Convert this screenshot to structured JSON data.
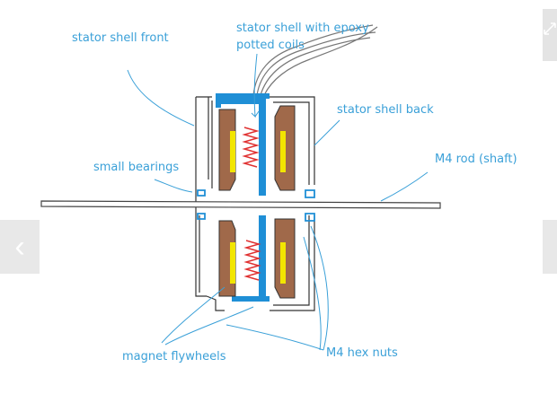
{
  "labels": {
    "stator_front": "stator shell front",
    "stator_epoxy_line1": "stator shell with epoxy",
    "stator_epoxy_line2": "potted coils",
    "stator_back": "stator shell back",
    "small_bearings": "small bearings",
    "m4_rod": "M4 rod (shaft)",
    "magnet_flywheels": "magnet flywheels",
    "m4_hex_nuts": "M4 hex nuts"
  },
  "colors": {
    "label": "#3aa0d8",
    "stator_blue": "#1f8fd6",
    "flywheel_brown": "#a0694a",
    "magnet_yellow": "#f2e600",
    "coil_red": "#e03030",
    "nav_bg": "#e8e8e8"
  },
  "icons": {
    "prev": "chevron-left-icon",
    "next": "chevron-right-icon",
    "expand": "expand-icon"
  }
}
